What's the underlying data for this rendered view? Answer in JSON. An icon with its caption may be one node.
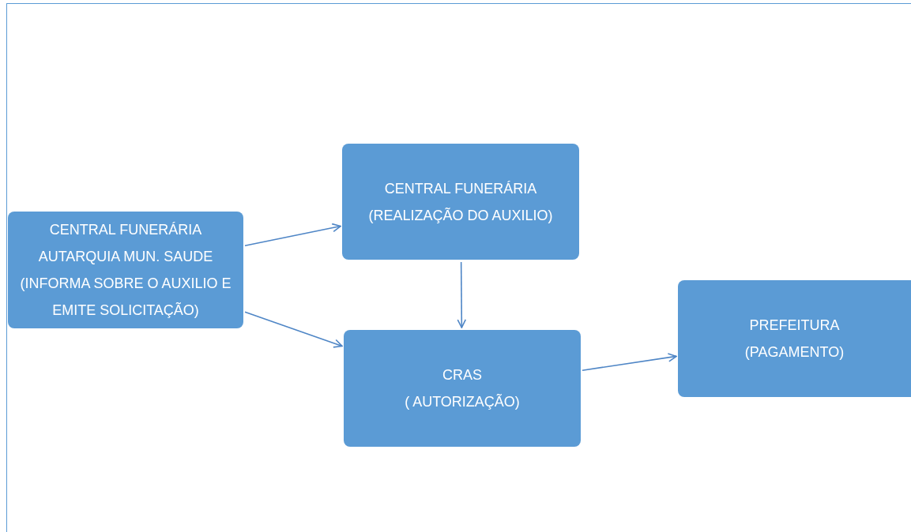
{
  "diagram": {
    "nodes": [
      {
        "text": [
          "CENTRAL FUNERÁRIA",
          "AUTARQUIA MUN. SAUDE",
          "(INFORMA SOBRE O AUXILIO E EMITE SOLICITAÇÃO)"
        ]
      },
      {
        "text": [
          "CENTRAL FUNERÁRIA",
          "(REALIZAÇÃO DO AUXILIO)"
        ]
      },
      {
        "text": [
          "CRAS",
          "( AUTORIZAÇÃO)"
        ]
      },
      {
        "text": [
          "PREFEITURA",
          "(PAGAMENTO)"
        ]
      }
    ],
    "edges": [
      {
        "from": 0,
        "to": 1,
        "arrow": "to"
      },
      {
        "from": 0,
        "to": 2,
        "arrow": "to"
      },
      {
        "from": 1,
        "to": 2,
        "arrow": "to"
      },
      {
        "from": 2,
        "to": 3,
        "arrow": "to"
      }
    ]
  }
}
